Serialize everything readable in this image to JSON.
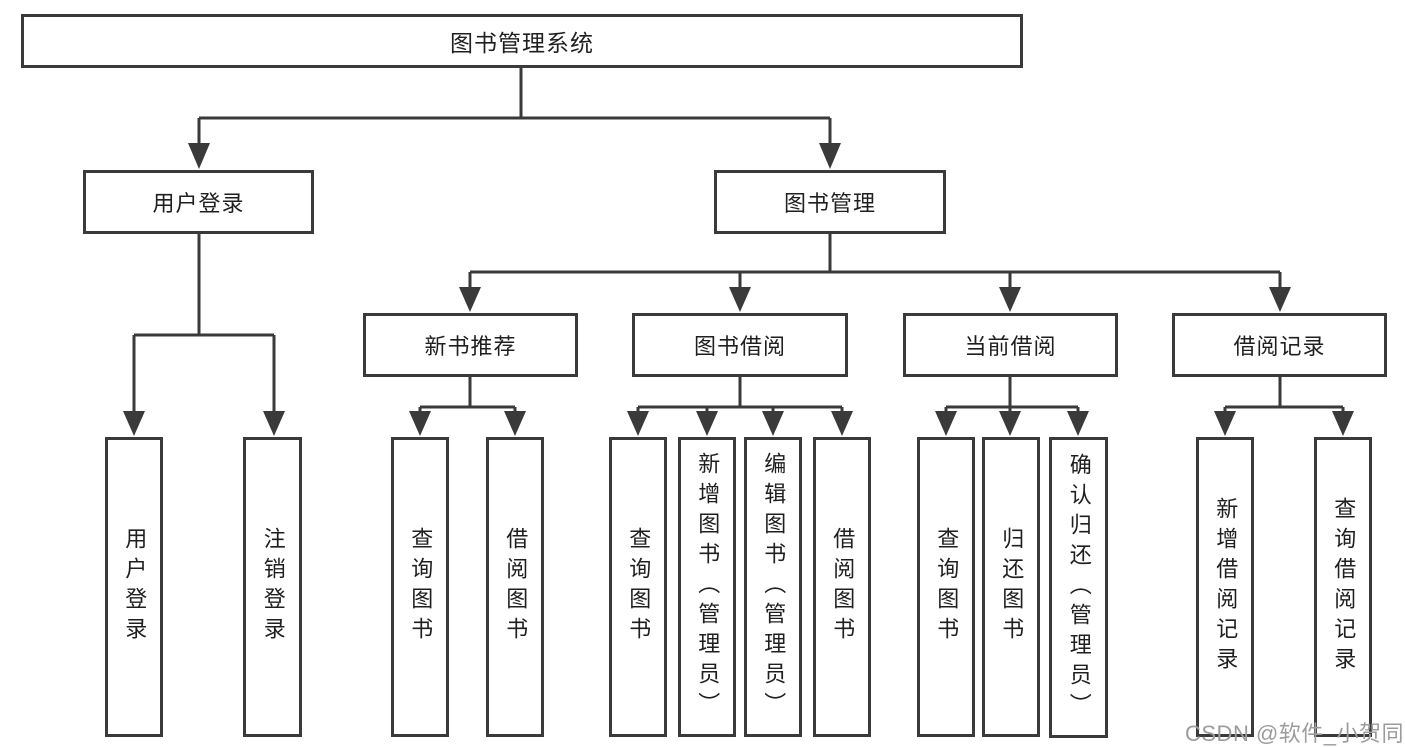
{
  "diagram": {
    "root_label": "图书管理系统",
    "level2": [
      {
        "label": "用户登录",
        "children": [
          {
            "label": "用户登录"
          },
          {
            "label": "注销登录"
          }
        ]
      },
      {
        "label": "图书管理",
        "children": [
          {
            "label": "新书推荐",
            "children": [
              {
                "label": "查询图书"
              },
              {
                "label": "借阅图书"
              }
            ]
          },
          {
            "label": "图书借阅",
            "children": [
              {
                "label": "查询图书"
              },
              {
                "label": "新增图书（管理员）"
              },
              {
                "label": "编辑图书（管理员）"
              },
              {
                "label": "借阅图书"
              }
            ]
          },
          {
            "label": "当前借阅",
            "children": [
              {
                "label": "查询图书"
              },
              {
                "label": "归还图书"
              },
              {
                "label": "确认归还（管理员）"
              }
            ]
          },
          {
            "label": "借阅记录",
            "children": [
              {
                "label": "新增借阅记录"
              },
              {
                "label": "查询借阅记录"
              }
            ]
          }
        ]
      }
    ]
  },
  "watermark": {
    "text": "CSDN @软件_小贺同学"
  },
  "colors": {
    "line": "#3a3a3a",
    "text": "#1f1f1f",
    "box_background": "#ffffff",
    "page_background": "#ffffff",
    "watermark": "#9c9c9c"
  }
}
